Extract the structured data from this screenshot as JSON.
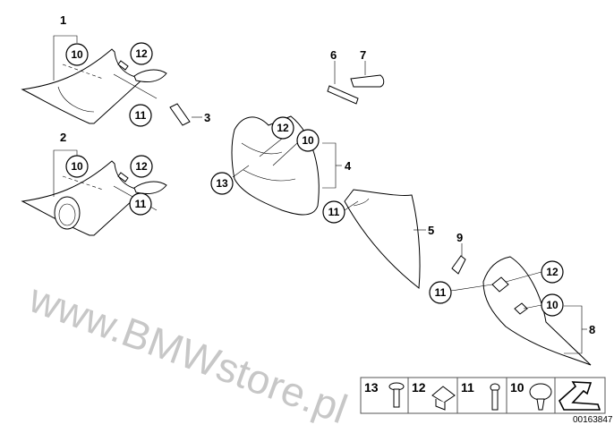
{
  "diagram": {
    "plain_labels": [
      "1",
      "2",
      "3",
      "4",
      "5",
      "6",
      "7",
      "8",
      "9"
    ],
    "callouts": {
      "a10": "10",
      "a12": "12",
      "a11": "11",
      "b10": "10",
      "b12": "12",
      "b11": "11",
      "c12": "12",
      "c10": "10",
      "c13": "13",
      "d11": "11",
      "e11": "11",
      "f12": "12",
      "f10": "10"
    },
    "watermark": "www.BMWstore.pl",
    "legend": [
      "13",
      "12",
      "11",
      "10"
    ],
    "diagram_number": "00163847"
  }
}
